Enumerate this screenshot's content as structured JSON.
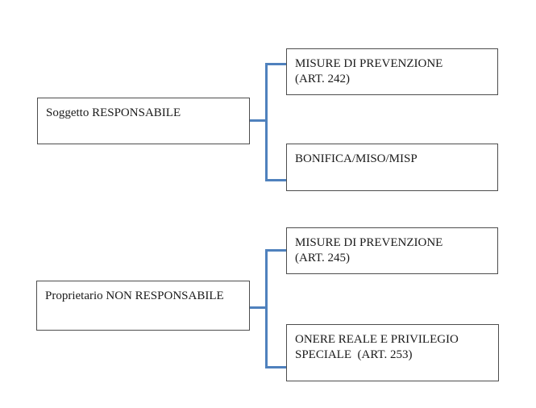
{
  "diagram": {
    "title": "",
    "groups": [
      {
        "source": {
          "label": "Soggetto RESPONSABILE"
        },
        "targets": [
          {
            "label": "MISURE DI PREVENZIONE\n(ART. 242)"
          },
          {
            "label": "BONIFICA/MISO/MISP"
          }
        ]
      },
      {
        "source": {
          "label": "Proprietario NON RESPONSABILE"
        },
        "targets": [
          {
            "label": "MISURE DI PREVENZIONE\n(ART. 245)"
          },
          {
            "label": "ONERE REALE E PRIVILEGIO\nSPECIALE  (ART. 253)"
          }
        ]
      }
    ]
  },
  "colors": {
    "connector": "#4f81bd",
    "box-border": "#4d4d4d",
    "box-fill": "#ffffff",
    "text": "#1a1a1a",
    "background": "#ffffff"
  }
}
